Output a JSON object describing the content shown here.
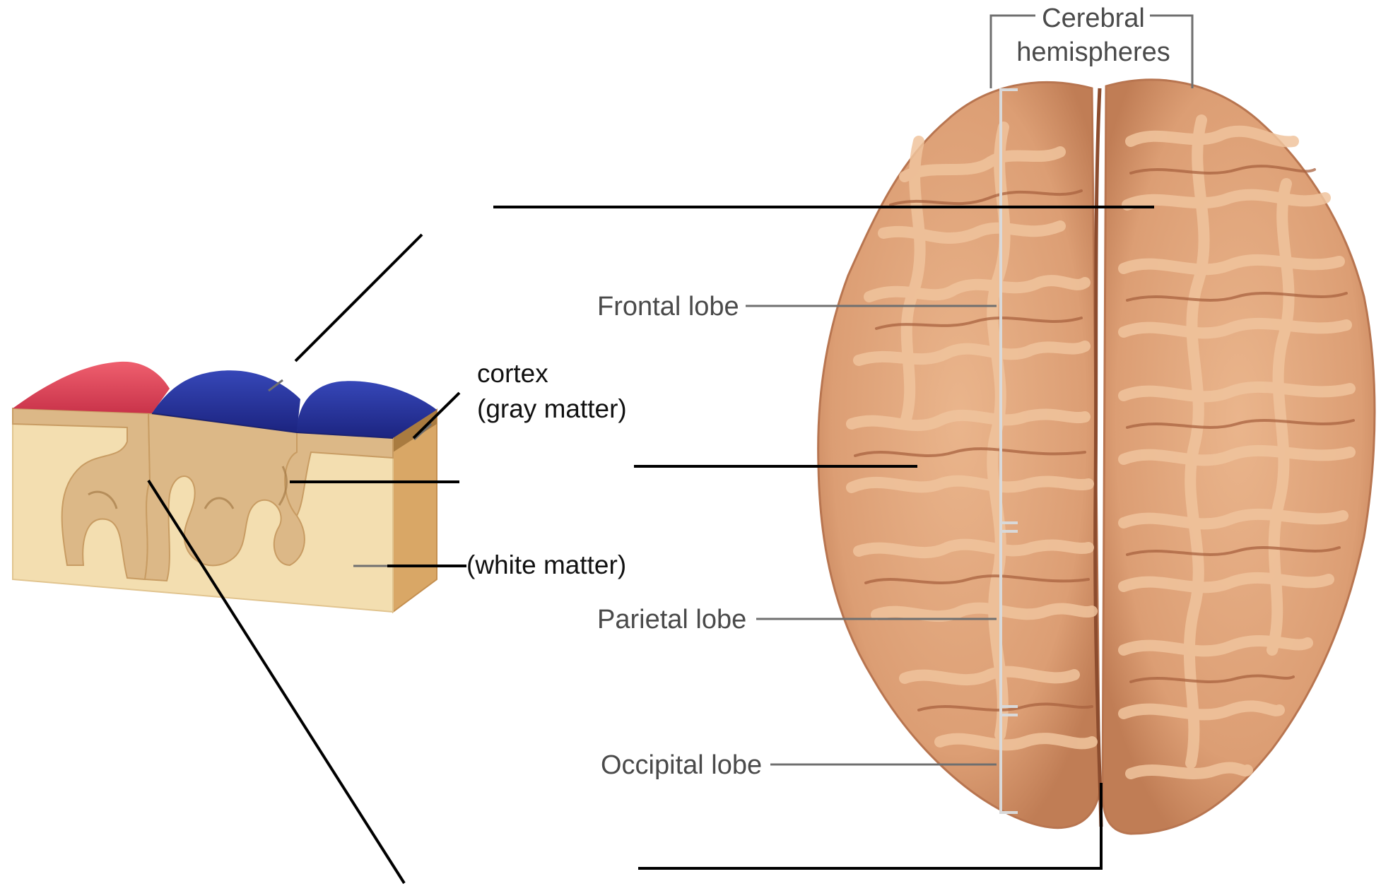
{
  "labels": {
    "cortex_line1": "cortex",
    "cortex_line2": "(gray matter)",
    "white_matter": "(white matter)",
    "cerebral_line1": "Cerebral",
    "cerebral_line2": "hemispheres",
    "frontal_lobe": "Frontal lobe",
    "parietal_lobe": "Parietal lobe",
    "occipital_lobe": "Occipital lobe"
  },
  "colors": {
    "brain_fill": "#dc9e74",
    "brain_gyrus_highlight": "#f0c49d",
    "brain_sulcus": "#a8623f",
    "gray_matter_top_red": "#e2475a",
    "gray_matter_top_blue": "#24309a",
    "block_gray_matter": "#dcb887",
    "block_white_matter": "#f3deb0",
    "block_side": "#d9a766",
    "leader_line_black": "#000000",
    "leader_line_gray": "#6f6f6f"
  }
}
